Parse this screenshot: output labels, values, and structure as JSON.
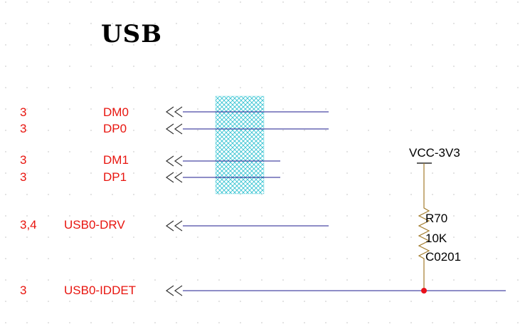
{
  "title": "USB",
  "nets": [
    {
      "sheet_ref": "3",
      "name": "DM0"
    },
    {
      "sheet_ref": "3",
      "name": "DP0"
    },
    {
      "sheet_ref": "3",
      "name": "DM1"
    },
    {
      "sheet_ref": "3",
      "name": "DP1"
    },
    {
      "sheet_ref": "3,4",
      "name": "USB0-DRV"
    },
    {
      "sheet_ref": "3",
      "name": "USB0-IDDET"
    }
  ],
  "power": {
    "label": "VCC-3V3"
  },
  "resistor": {
    "designator": "R70",
    "value": "10K",
    "footprint": "C0201"
  },
  "colors": {
    "label_text": "#e8150f",
    "wire": "#1d1b8f",
    "component": "#a37c2c",
    "junction": "#e8101a",
    "hatch": "#37c3d2",
    "grid_dot": "#c8c8c8"
  }
}
